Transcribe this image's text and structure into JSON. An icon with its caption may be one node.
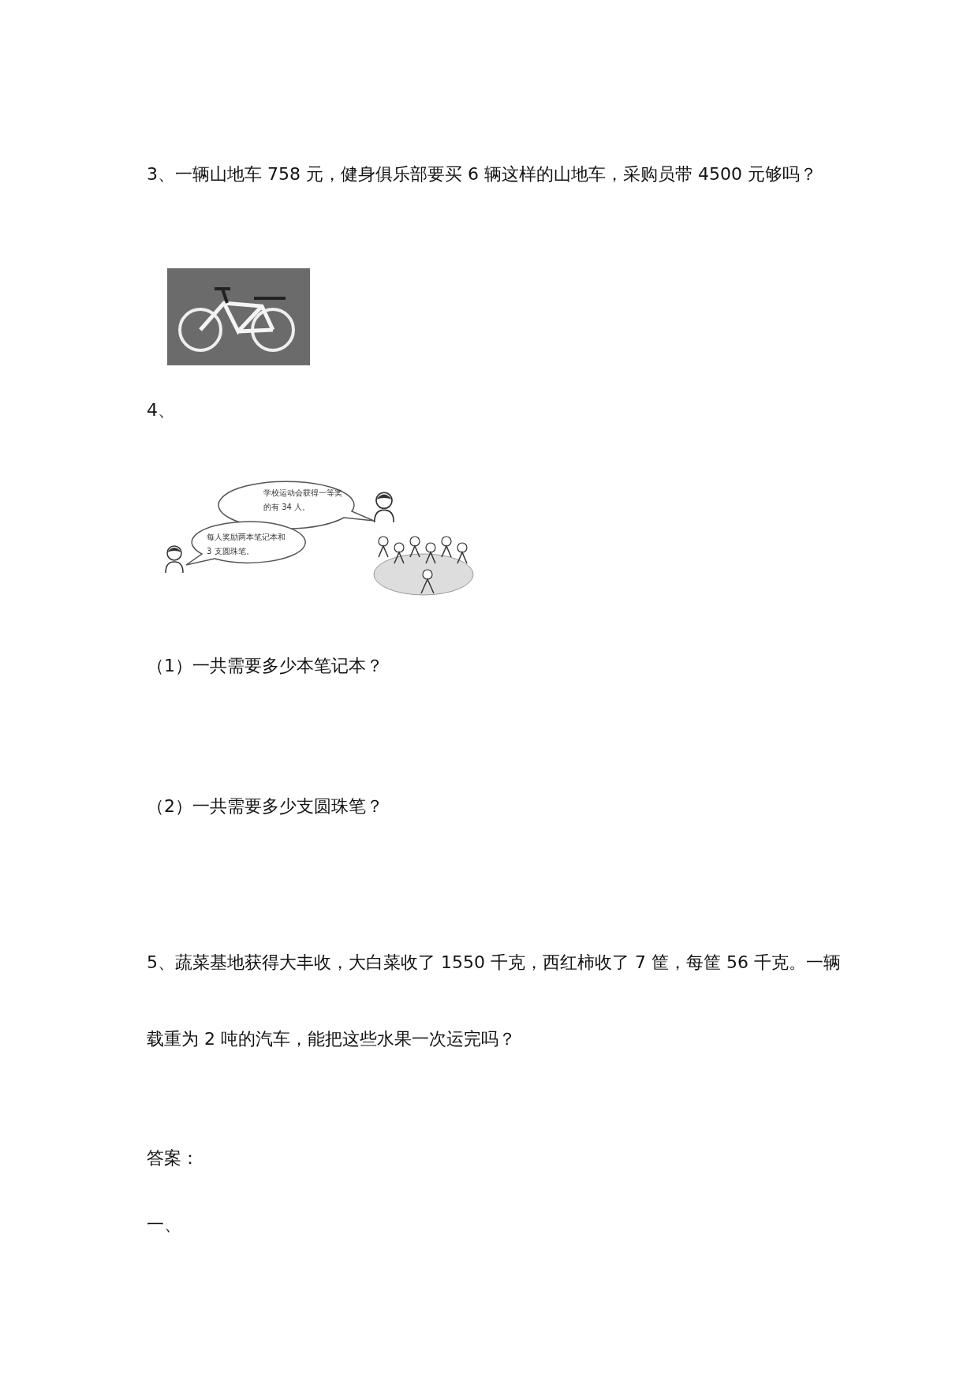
{
  "diagram": {
    "nodes": [
      {
        "text": [
          "学校运动会获得一等奖的有 34 人。"
        ]
      },
      {
        "text": [
          "每人奖励两本笔记本和 3 支圆珠笔。"
        ]
      }
    ],
    "labels": [
      "3、一辆山地车 758 元，健身俱乐部要买 6 辆这样的山地车，采购员带 4500 元够吗？",
      "4、",
      "（1）一共需要多少本笔记本？",
      "（2）一共需要多少支圆珠笔？",
      "5、蔬菜基地获得大丰收，大白菜收了 1550 千克，西红柿收了 7 筐，每筐 56 千克。一辆载重为 2 吨的汽车，能把这些水果一次运完吗？",
      "答案：",
      "一、"
    ]
  }
}
